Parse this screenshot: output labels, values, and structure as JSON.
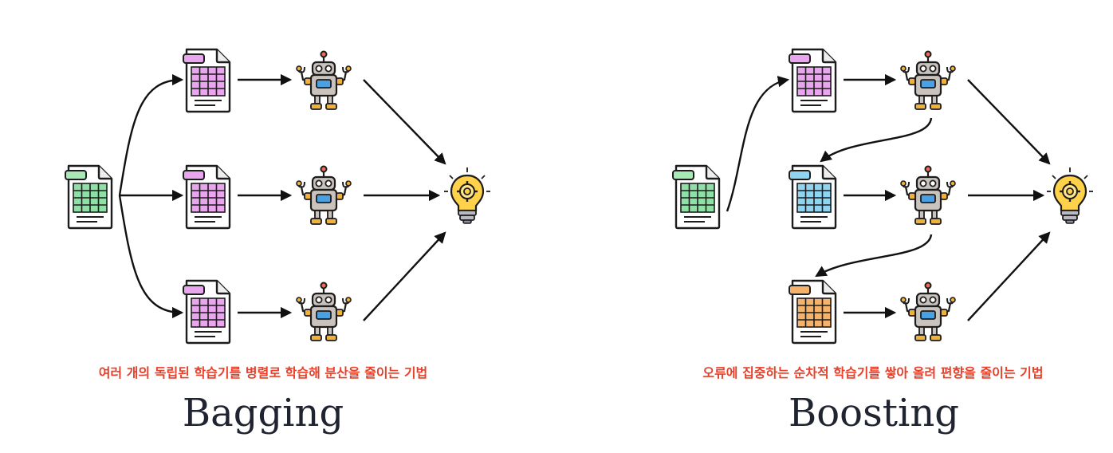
{
  "bagging": {
    "title": "Bagging",
    "caption": "여러 개의 독립된 학습기를 병렬로 학습해 분산을 줄이는 기법"
  },
  "boosting": {
    "title": "Boosting",
    "caption": "오류에 집중하는 순차적 학습기를 쌓아 올려 편향을 줄이는 기법"
  },
  "icons": {
    "dataset": "spreadsheet-document-icon",
    "learner": "robot-icon",
    "result": "lightbulb-gear-icon"
  },
  "colors": {
    "arrow": "#111111",
    "caption": "#e8402a",
    "title": "#1f2430",
    "sheet_green": "#8fe0a6",
    "sheet_pink": "#e9a6ee",
    "sheet_blue": "#8fd4f0",
    "sheet_orange": "#f4b26b",
    "tab_pink": "#e9a6ee",
    "tab_green": "#a8eab6",
    "robot_body": "#c9c2bd",
    "robot_accent": "#f0b23a",
    "robot_screen": "#4aa0e0",
    "bulb": "#ffd24a"
  }
}
